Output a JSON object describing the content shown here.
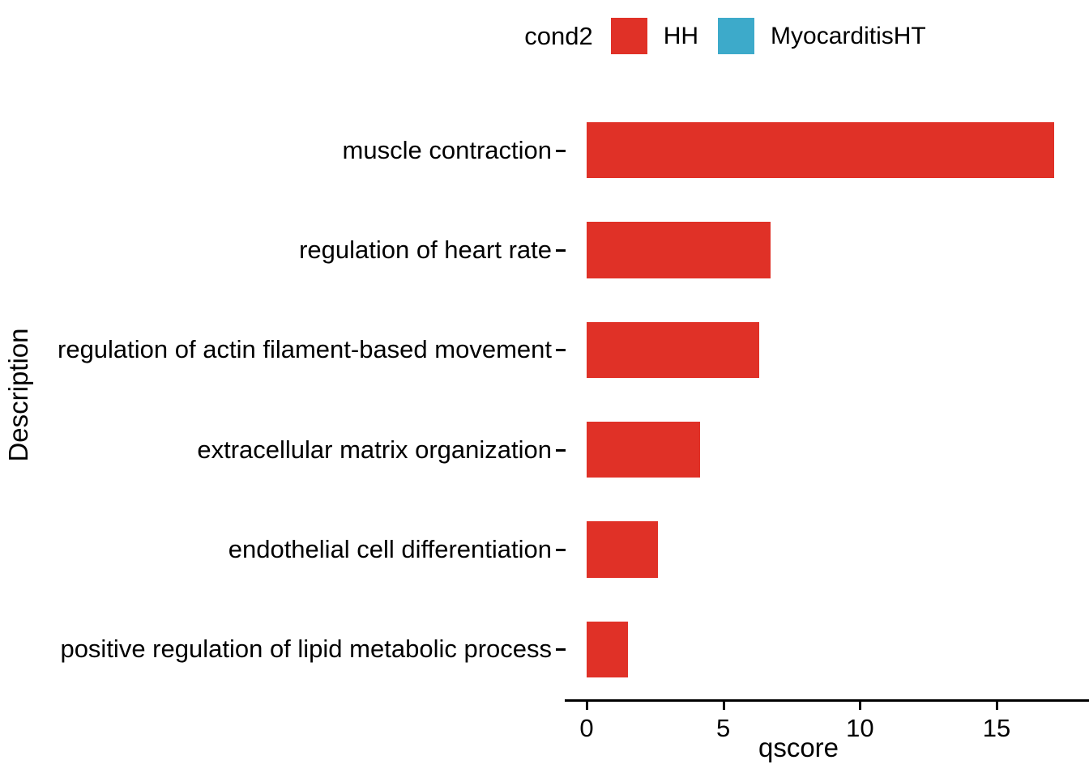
{
  "legend": {
    "title": "cond2",
    "items": [
      {
        "label": "HH",
        "color": "#E03127"
      },
      {
        "label": "MyocarditisHT",
        "color": "#3DAACA"
      }
    ]
  },
  "axes": {
    "y_title": "Description",
    "x_title": "qscore"
  },
  "chart_data": {
    "type": "bar",
    "orientation": "horizontal",
    "title": "",
    "xlabel": "qscore",
    "ylabel": "Description",
    "xlim": [
      0,
      17.55
    ],
    "xticks": [
      0,
      5,
      10,
      15
    ],
    "xtick_labels": [
      "0",
      "5",
      "10",
      "15"
    ],
    "grid": false,
    "legend_title": "cond2",
    "legend_position": "top",
    "categories": [
      "muscle contraction",
      "regulation of heart rate",
      "regulation of actin filament-based movement",
      "extracellular matrix organization",
      "endothelial cell differentiation",
      "positive regulation of lipid metabolic process"
    ],
    "series": [
      {
        "name": "HH",
        "color": "#E03127",
        "values": [
          17.1,
          6.73,
          6.31,
          4.15,
          2.61,
          1.51
        ]
      },
      {
        "name": "MyocarditisHT",
        "color": "#3DAACA",
        "values": [
          0,
          0,
          0,
          0,
          0,
          0
        ]
      }
    ]
  }
}
